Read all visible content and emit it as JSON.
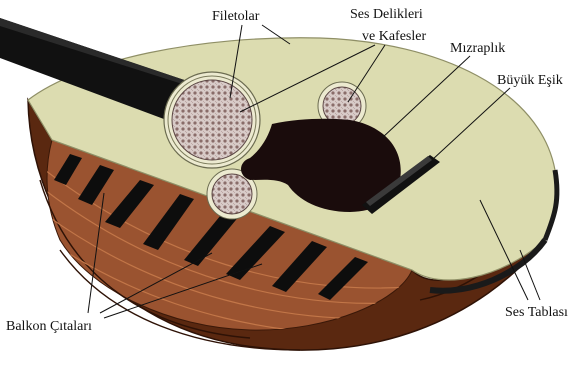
{
  "labels": {
    "filetolar": "Filetolar",
    "ses_delikleri_line1": "Ses Delikleri",
    "ses_delikleri_line2": "ve Kafesler",
    "mizraplik": "Mızraplık",
    "buyuk_esik": "Büyük Eşik",
    "ses_tablasi": "Ses Tablası",
    "balkon_citalari": "Balkon Çıtaları"
  },
  "colors": {
    "soundboard": "#dcdcb0",
    "soundboard_edge": "#c2c294",
    "bowl_outer": "#6b3216",
    "bowl_inner": "#9a5330",
    "rib_dark": "#3a1808",
    "neck": "#111111",
    "pickguard": "#1a0c0c",
    "rosette": "#c9b8b5",
    "strut": "#0d0d0d"
  }
}
